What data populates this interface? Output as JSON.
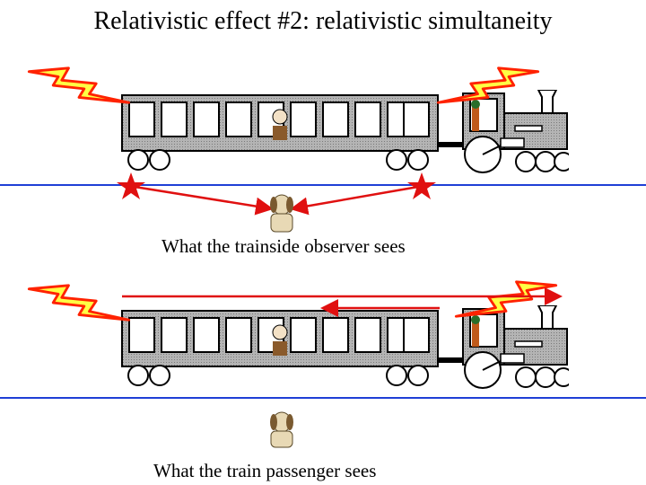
{
  "title": "Relativistic effect #2: relativistic simultaneity",
  "captions": {
    "top": "What the trainside observer sees",
    "bottom": "What the train passenger sees"
  },
  "colors": {
    "ground_line": "#1f3fd6",
    "lightning_fill": "#ffff44",
    "lightning_stroke": "#ff2200",
    "signal": "#e01010",
    "train_body": "#a6a6a6",
    "train_outline": "#000000"
  },
  "icons": [
    "lightning-bolt-icon",
    "star-flash-icon",
    "observer-dog-icon",
    "passenger-icon",
    "engineer-icon"
  ]
}
